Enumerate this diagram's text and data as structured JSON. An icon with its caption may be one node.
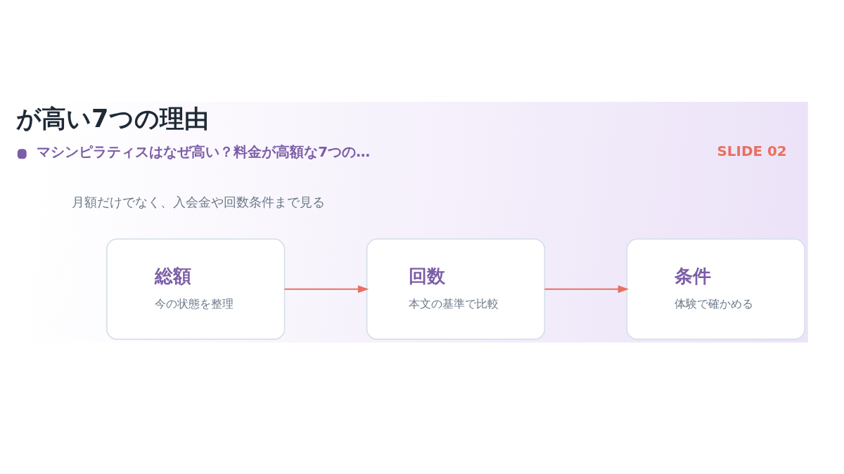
{
  "diagram": {
    "title": "が高い7つの理由",
    "nodes": [
      {
        "text": [
          "総額",
          "今の状態を整理"
        ]
      },
      {
        "text": [
          "回数",
          "本文の基準で比較"
        ]
      },
      {
        "text": [
          "条件",
          "体験で確かめる"
        ]
      }
    ],
    "edges": [
      {
        "from": 0,
        "to": 1,
        "arrow": "to"
      },
      {
        "from": 1,
        "to": 2,
        "arrow": "to"
      }
    ],
    "labels": [
      "マシンピラティスはなぜ高い？料金が高額な7つの…",
      "SLIDE 02",
      "月額だけでなく、入会金や回数条件まで見る"
    ]
  }
}
